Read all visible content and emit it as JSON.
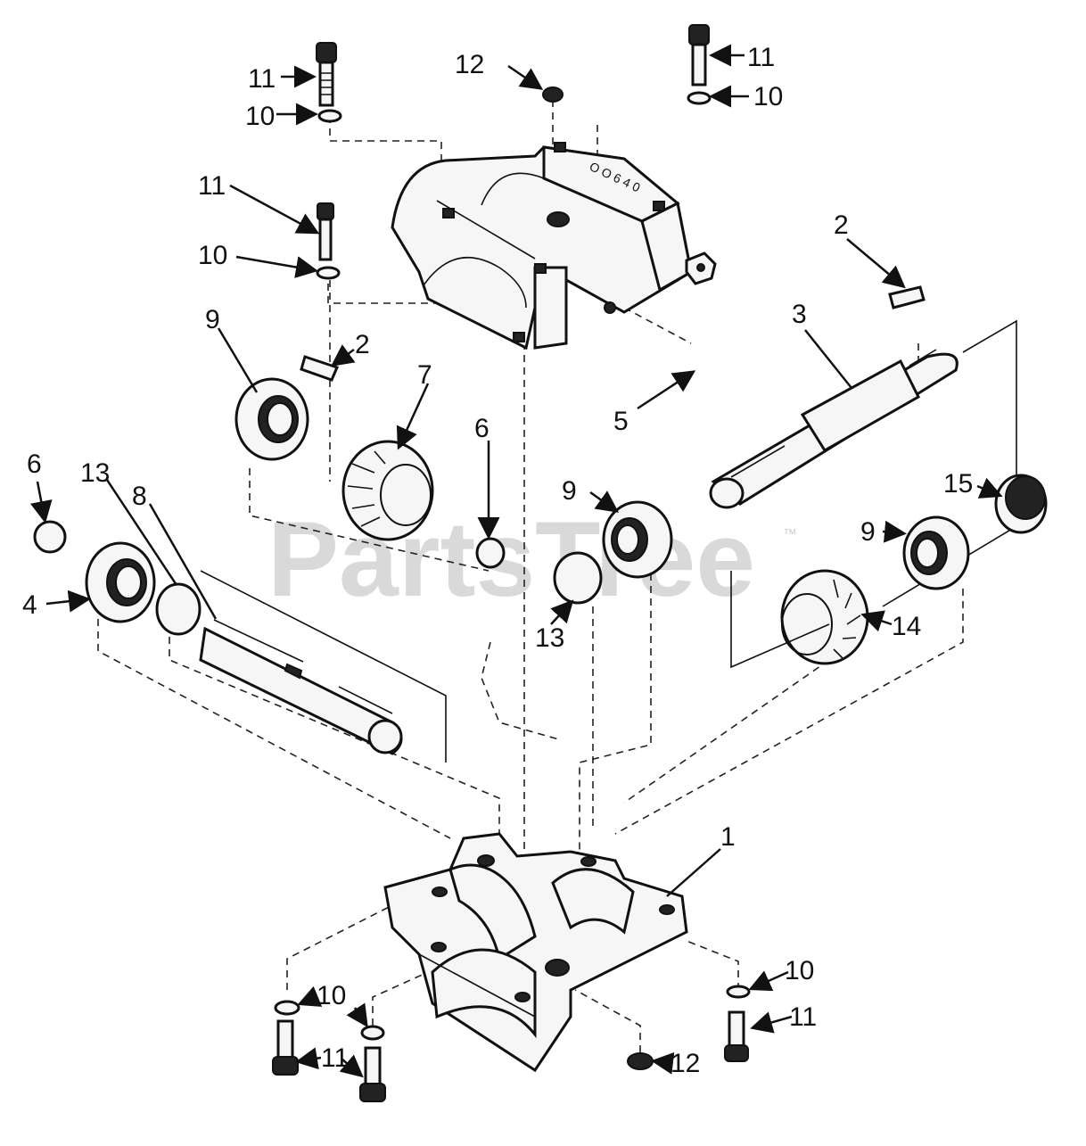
{
  "watermark": {
    "text": "PartsTree",
    "mark": "™"
  },
  "callouts": [
    "1",
    "2",
    "2",
    "3",
    "4",
    "5",
    "6",
    "6",
    "7",
    "8",
    "9",
    "9",
    "9",
    "10",
    "10",
    "10",
    "10",
    "10",
    "11",
    "11",
    "11",
    "11",
    "11",
    "12",
    "12",
    "13",
    "13",
    "14",
    "15"
  ]
}
